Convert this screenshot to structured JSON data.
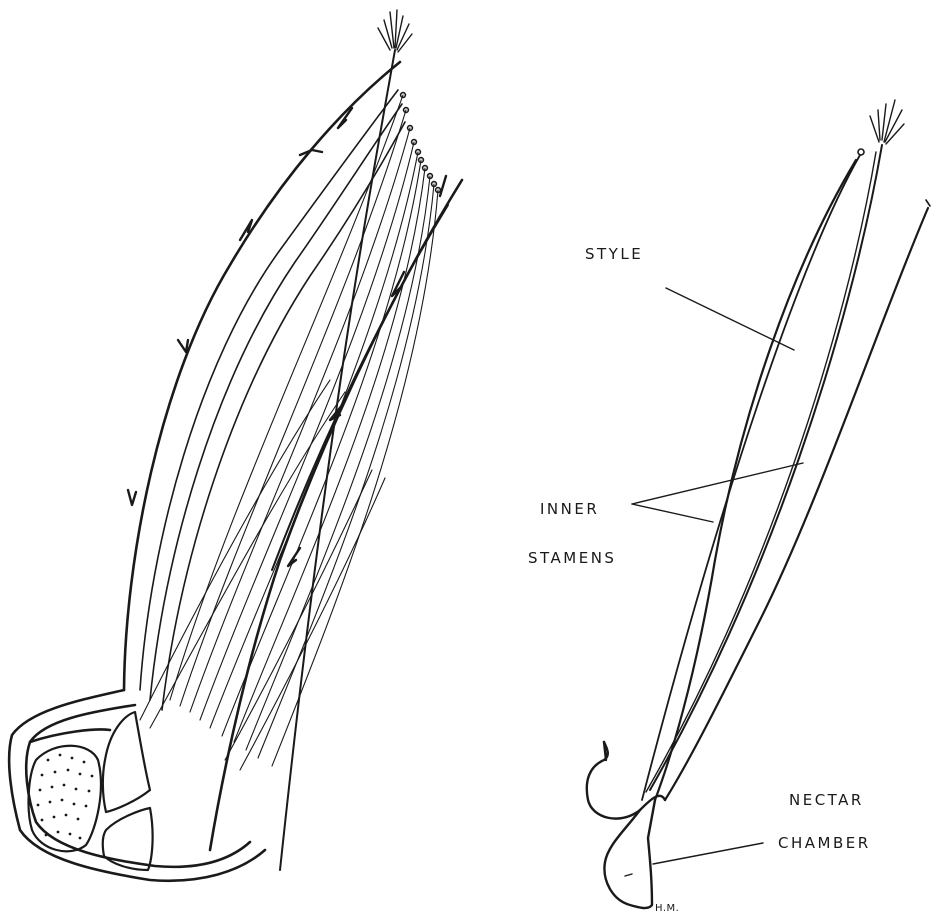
{
  "labels": {
    "style": "STYLE",
    "inner": "INNER",
    "stamens": "STAMENS",
    "nectar": "NECTAR",
    "chamber": "CHAMBER",
    "initials": "H.M."
  },
  "colors": {
    "ink": "#1a1a1a",
    "paper": "#ffffff"
  }
}
